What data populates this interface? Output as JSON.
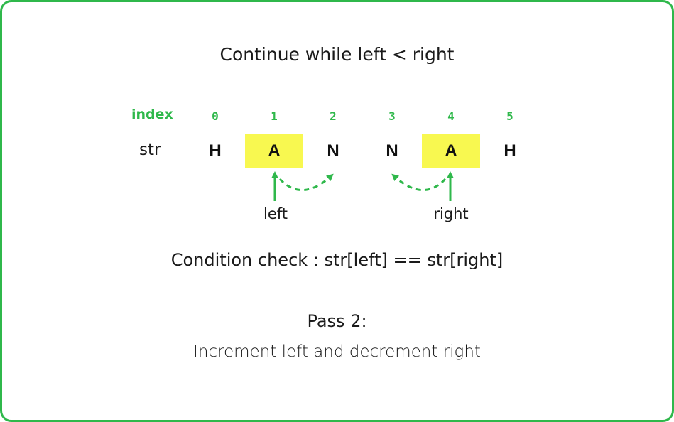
{
  "title": "Continue while left < right",
  "row_labels": {
    "index": "index",
    "str": "str"
  },
  "indices": [
    "0",
    "1",
    "2",
    "3",
    "4",
    "5"
  ],
  "chars": [
    "H",
    "A",
    "N",
    "N",
    "A",
    "H"
  ],
  "highlighted_indices": [
    1,
    4
  ],
  "pointers": {
    "left": "left",
    "right": "right"
  },
  "condition": "Condition check : str[left] == str[right]",
  "pass": {
    "label": "Pass 2:",
    "description": "Increment left and decrement right"
  },
  "colors": {
    "accent": "#2fb84b",
    "highlight": "#f8f850",
    "text": "#1a1a1a"
  }
}
